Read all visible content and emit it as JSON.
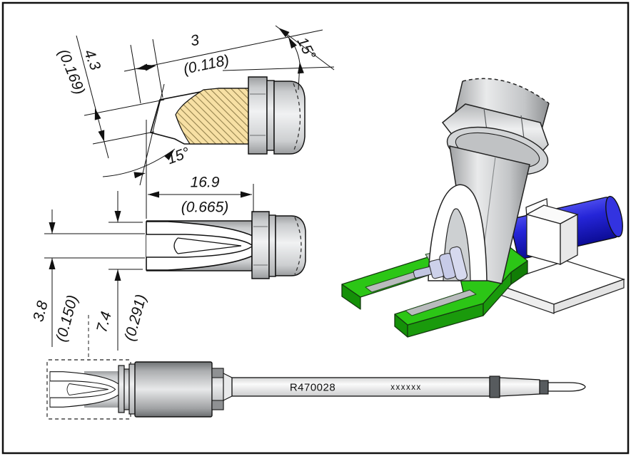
{
  "part": {
    "number": "R470028",
    "marking_placeholder": "xxxxxx"
  },
  "dimensions": {
    "bevel_length_mm": "3",
    "bevel_length_in": "(0.118)",
    "blade_thickness_mm": "4.3",
    "blade_thickness_in": "(0.169)",
    "bevel_angle": "15°",
    "tilt_angle": "15°",
    "tip_length_mm": "16.9",
    "tip_length_in": "(0.665)",
    "groove_width_mm": "3.8",
    "groove_width_in": "(0.150)",
    "tip_diameter_mm": "7.4",
    "tip_diameter_in": "(0.291)"
  },
  "colors": {
    "section_hatch": "#f7e0a4",
    "board_green": "#2cc616",
    "sleeve_blue": "#2525d8",
    "metal_gray": "#d9dadb",
    "band_gray": "#575b5e"
  }
}
